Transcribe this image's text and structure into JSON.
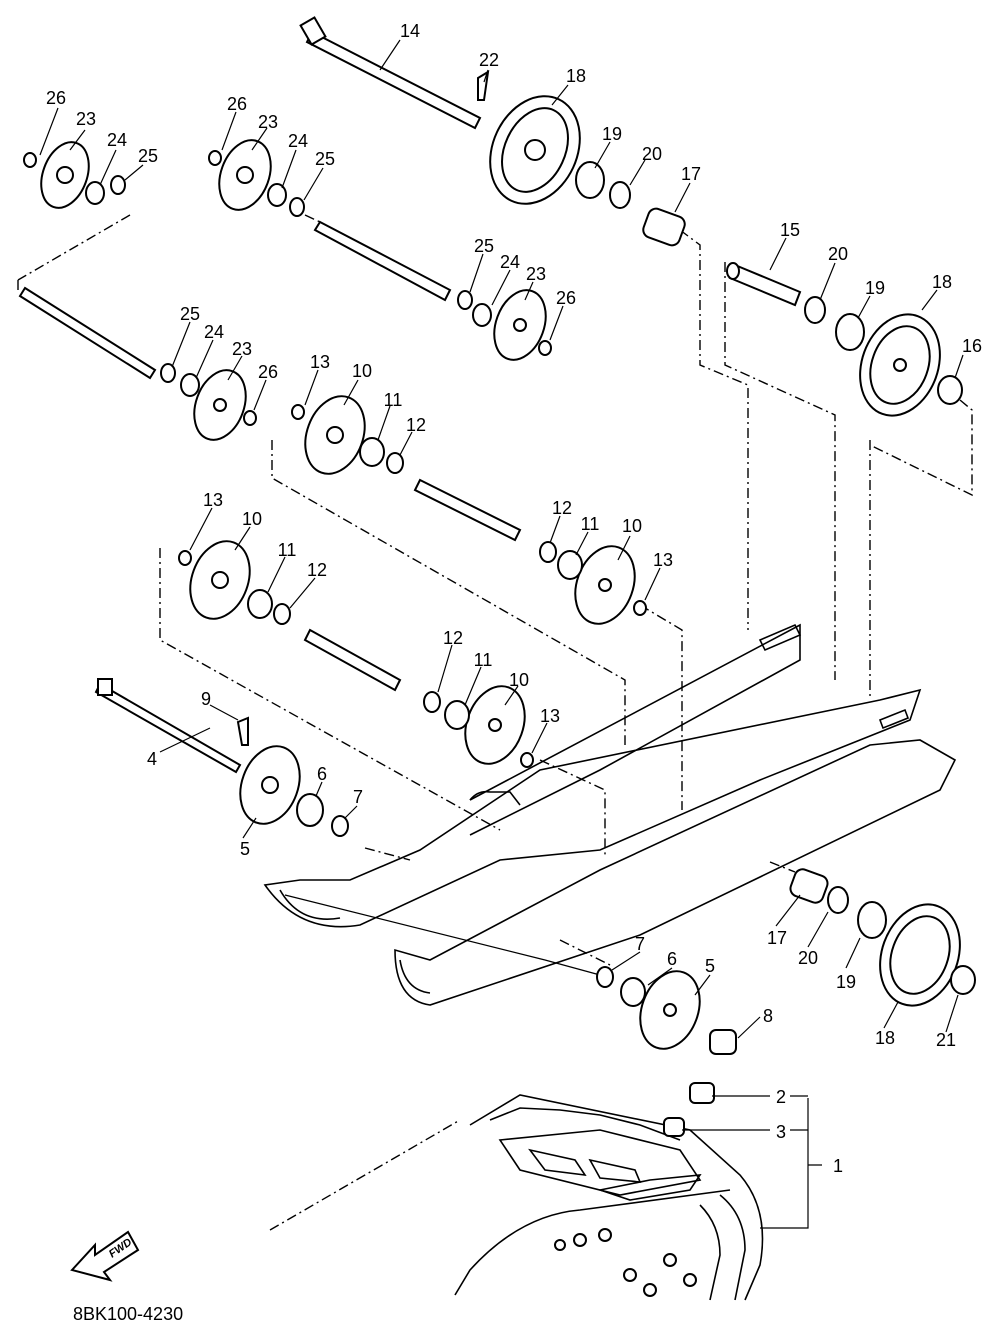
{
  "diagram": {
    "code": "8BK100-4230",
    "fwd_label": "FWD",
    "callouts": [
      "1",
      "2",
      "3",
      "4",
      "5",
      "5",
      "6",
      "6",
      "7",
      "7",
      "8",
      "9",
      "10",
      "10",
      "10",
      "10",
      "11",
      "11",
      "11",
      "11",
      "12",
      "12",
      "12",
      "12",
      "13",
      "13",
      "13",
      "13",
      "14",
      "15",
      "16",
      "17",
      "17",
      "18",
      "18",
      "18",
      "19",
      "19",
      "19",
      "20",
      "20",
      "20",
      "21",
      "22",
      "23",
      "23",
      "23",
      "23",
      "24",
      "24",
      "24",
      "24",
      "25",
      "25",
      "25",
      "25",
      "26",
      "26",
      "26",
      "26"
    ]
  }
}
